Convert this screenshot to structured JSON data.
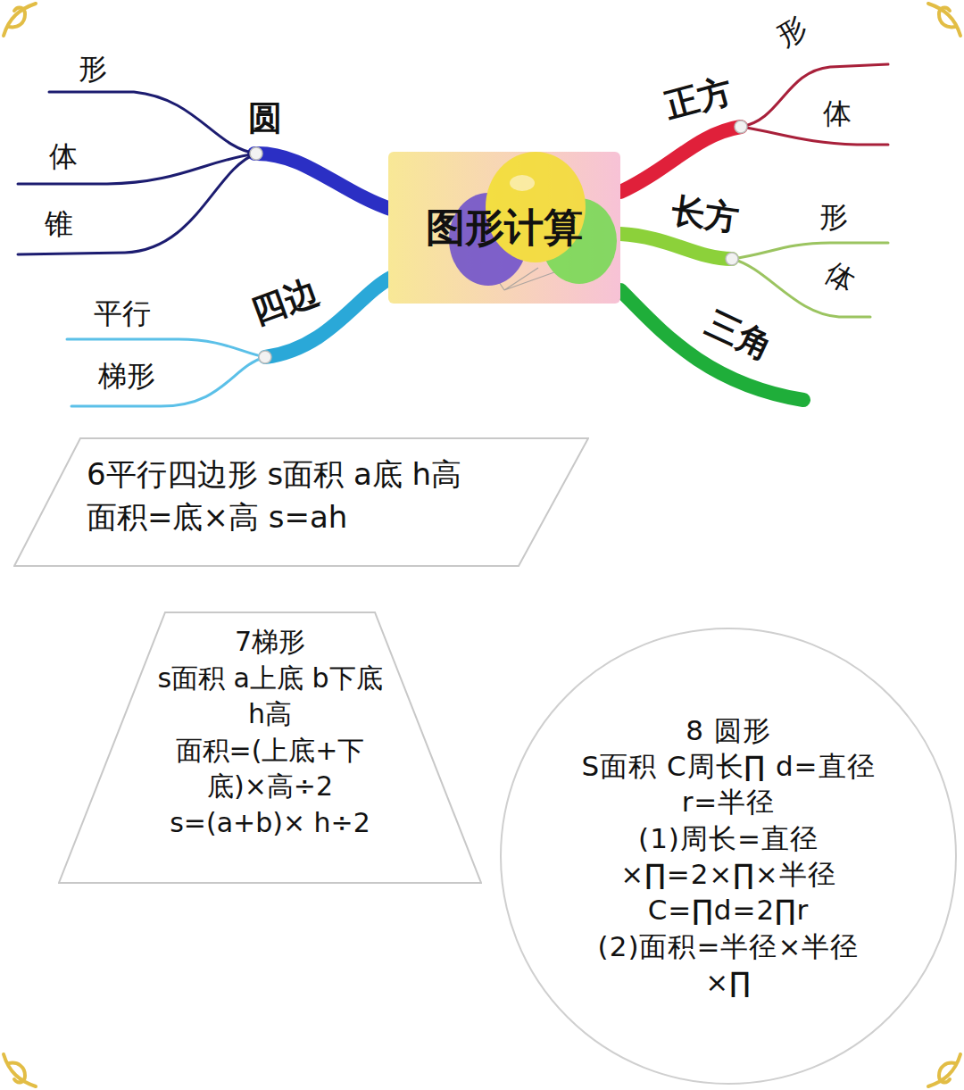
{
  "diagram": {
    "nodes": [
      {
        "text": [
          "图形计算"
        ]
      },
      {
        "text": [
          "6平行四边形 s面积 a底 h高",
          "面积=底×高 s=ah"
        ]
      },
      {
        "text": [
          "7梯形",
          "s面积 a上底 b下底 h高",
          "面积=(上底+下底)×高÷2",
          "s=(a+b)× h÷2"
        ]
      },
      {
        "text": [
          "8 圆形",
          "S面积 C周长∏ d=直径 r=半径",
          "(1)周长=直径×∏=2×∏×半径",
          "C=∏d=2∏r",
          "(2)面积=半径×半径×∏"
        ]
      }
    ],
    "labels": [
      "圆",
      "形",
      "体",
      "锥",
      "四边",
      "平行",
      "梯形",
      "正方",
      "形",
      "体",
      "长方",
      "形",
      "体",
      "三角"
    ]
  }
}
